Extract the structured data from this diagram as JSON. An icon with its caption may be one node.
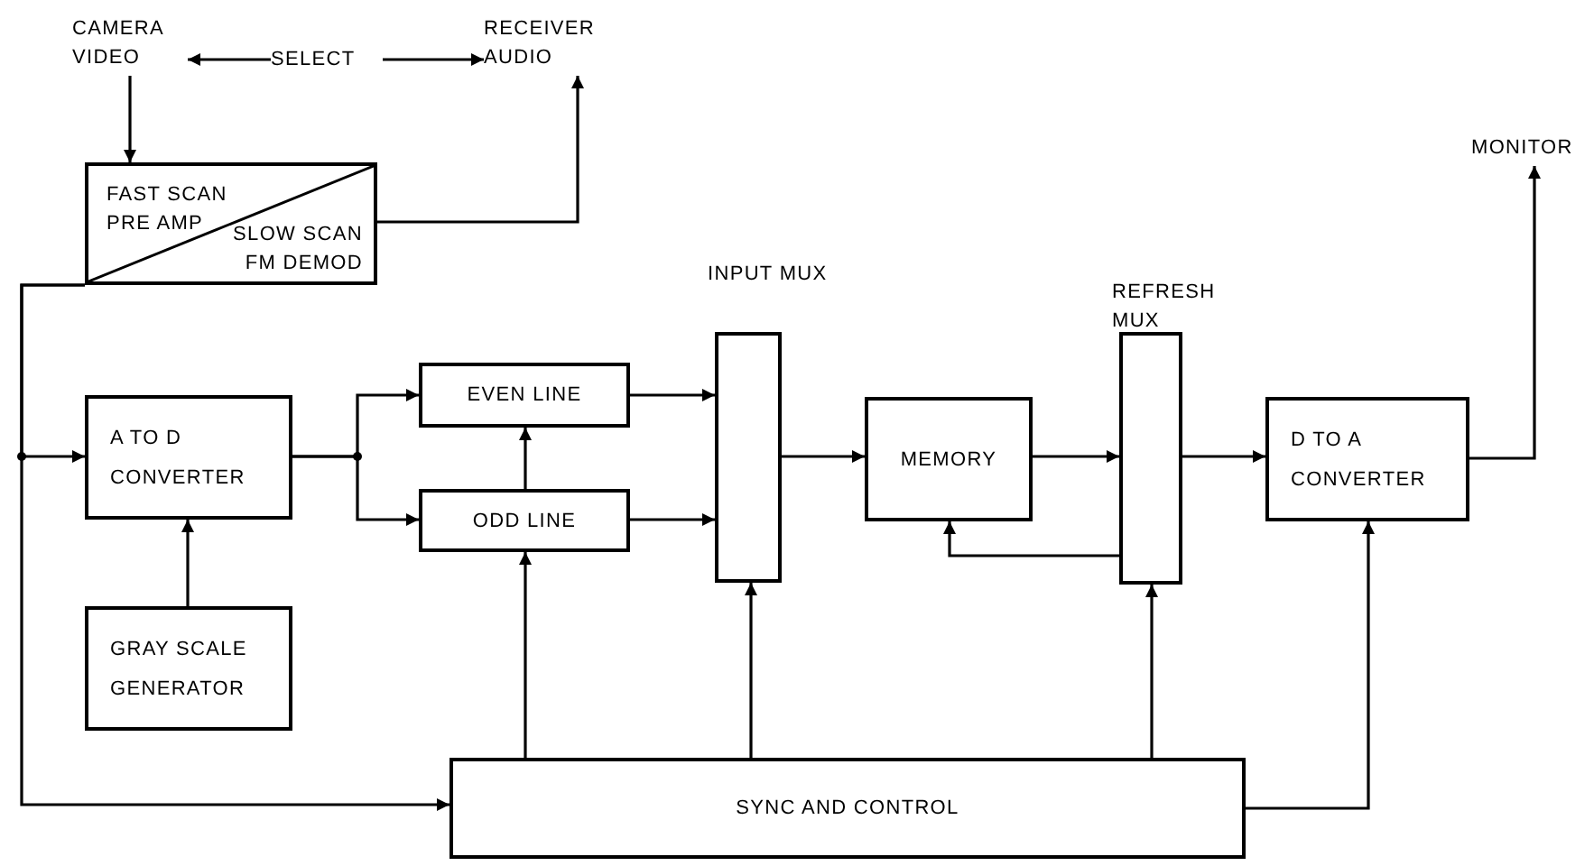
{
  "diagram": {
    "nodes": [
      {
        "text": [
          "CAMERA VIDEO"
        ]
      },
      {
        "text": [
          "SELECT"
        ]
      },
      {
        "text": [
          "RECEIVER AUDIO"
        ]
      },
      {
        "text": [
          "FAST SCAN PRE AMP",
          "SLOW SCAN FM DEMOD"
        ]
      },
      {
        "text": [
          "A TO D CONVERTER"
        ]
      },
      {
        "text": [
          "GRAY SCALE GENERATOR"
        ]
      },
      {
        "text": [
          "EVEN LINE"
        ]
      },
      {
        "text": [
          "ODD LINE"
        ]
      },
      {
        "text": [
          "INPUT MUX"
        ]
      },
      {
        "text": [
          "MEMORY"
        ]
      },
      {
        "text": [
          "REFRESH MUX"
        ]
      },
      {
        "text": [
          "D TO A CONVERTER"
        ]
      },
      {
        "text": [
          "MONITOR"
        ]
      },
      {
        "text": [
          "SYNC AND CONTROL"
        ]
      }
    ],
    "edges": [
      {
        "from": 0,
        "to": 3,
        "arrow": "to"
      },
      {
        "from": 1,
        "to": 0,
        "arrow": "to"
      },
      {
        "from": 1,
        "to": 2,
        "arrow": "to"
      },
      {
        "from": 3,
        "to": 2,
        "arrow": "to"
      },
      {
        "from": 3,
        "to": 4,
        "arrow": "to"
      },
      {
        "from": 3,
        "to": 13,
        "arrow": "to"
      },
      {
        "from": 5,
        "to": 4,
        "arrow": "to"
      },
      {
        "from": 4,
        "to": 6,
        "arrow": "to"
      },
      {
        "from": 4,
        "to": 7,
        "arrow": "to"
      },
      {
        "from": 7,
        "to": 6,
        "arrow": "to"
      },
      {
        "from": 6,
        "to": 8,
        "arrow": "to"
      },
      {
        "from": 7,
        "to": 8,
        "arrow": "to"
      },
      {
        "from": 8,
        "to": 9,
        "arrow": "to"
      },
      {
        "from": 9,
        "to": 10,
        "arrow": "to"
      },
      {
        "from": 10,
        "to": 9,
        "arrow": "to"
      },
      {
        "from": 10,
        "to": 11,
        "arrow": "to"
      },
      {
        "from": 11,
        "to": 12,
        "arrow": "to"
      },
      {
        "from": 13,
        "to": 7,
        "arrow": "to"
      },
      {
        "from": 13,
        "to": 8,
        "arrow": "to"
      },
      {
        "from": 13,
        "to": 10,
        "arrow": "to"
      },
      {
        "from": 13,
        "to": 11,
        "arrow": "to"
      }
    ]
  }
}
